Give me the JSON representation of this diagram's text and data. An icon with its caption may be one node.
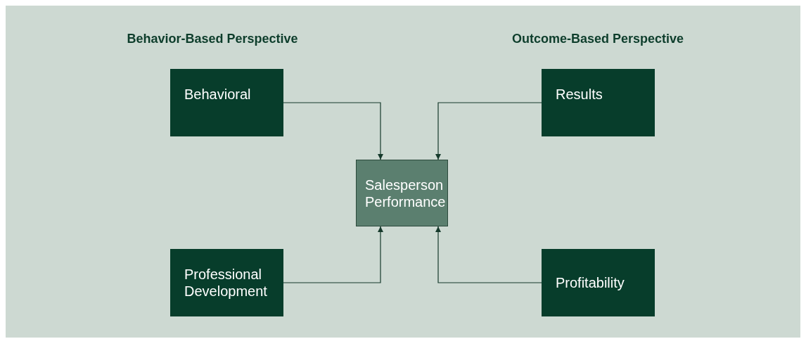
{
  "diagram": {
    "nodes": [
      {
        "text": [
          "Behavioral"
        ]
      },
      {
        "text": [
          "Results"
        ]
      },
      {
        "text": [
          "Salesperson Performance"
        ]
      },
      {
        "text": [
          "Professional Development"
        ]
      },
      {
        "text": [
          "Profitability"
        ]
      }
    ],
    "edges": [
      {
        "from": 0,
        "to": 2,
        "arrow": "to"
      },
      {
        "from": 1,
        "to": 2,
        "arrow": "to"
      },
      {
        "from": 3,
        "to": 2,
        "arrow": "to"
      },
      {
        "from": 4,
        "to": 2,
        "arrow": "to"
      }
    ],
    "labels": [
      "Behavior-Based Perspective",
      "Outcome-Based Perspective"
    ]
  }
}
